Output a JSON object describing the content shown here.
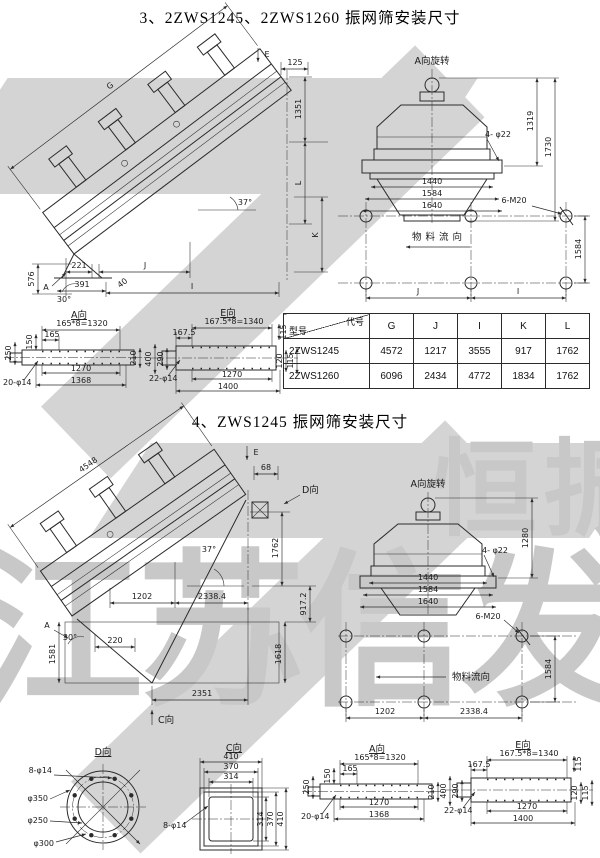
{
  "watermark": {
    "right_text": "恒振",
    "bottom_text": "江苏信发",
    "band_color": "#d4d4d4",
    "text_color": "#c8c8c8"
  },
  "section3": {
    "title": "3、2ZWS1245、2ZWS1260 振网筛安装尺寸",
    "side_view": {
      "e": "E",
      "d125": "125",
      "d1351": "1351",
      "g": "G",
      "a37": "37°",
      "l": "L",
      "k": "K",
      "a": "A",
      "a30": "30°",
      "d576": "576",
      "d221": "221",
      "d391": "391",
      "d40": "40",
      "j": "J",
      "i": "I"
    },
    "motor": {
      "title": "A向旋转",
      "d1319": "1319",
      "d1730": "1730",
      "holes": "4- φ22",
      "d1440": "1440",
      "d1584": "1584",
      "d1640": "1640"
    },
    "bolts": {
      "label": "6-M20",
      "d1584": "1584",
      "flow": "物料流向",
      "j": "J",
      "i": "I"
    },
    "view_a": {
      "title": "A向",
      "pitch": "165*8=1320",
      "d165": "165",
      "d150": "150",
      "d250": "250",
      "holes": "20-φ14",
      "d1270": "1270",
      "d1368": "1368",
      "d210": "210"
    },
    "view_e": {
      "title": "E向",
      "pitch": "167.5*8=1340",
      "d167": "167.5",
      "d115t": "115",
      "d400": "400",
      "d290": "290",
      "holes": "22-φ14",
      "d1270": "1270",
      "d1400": "1400",
      "d120": "120",
      "d115b": "115"
    },
    "table": {
      "code_label": "代号",
      "model_label": "型号",
      "columns": [
        "G",
        "J",
        "I",
        "K",
        "L"
      ],
      "rows": [
        {
          "model": "2ZWS1245",
          "values": [
            "4572",
            "1217",
            "3555",
            "917",
            "1762"
          ]
        },
        {
          "model": "2ZWS1260",
          "values": [
            "6096",
            "2434",
            "4772",
            "1834",
            "1762"
          ]
        }
      ]
    }
  },
  "section4": {
    "title": "4、ZWS1245 振网筛安装尺寸",
    "side_view": {
      "e": "E",
      "d68": "68",
      "d_dir": "D向",
      "d4548": "4548",
      "a37": "37°",
      "d1762": "1762",
      "d917": "917.2",
      "d1202": "1202",
      "d2338": "2338.4",
      "a": "A",
      "a30": "30°",
      "d1581": "1581",
      "d220": "220",
      "d1618": "1618",
      "d2351": "2351",
      "c_dir": "C向"
    },
    "motor": {
      "title": "A向旋转",
      "d1280": "1280",
      "holes": "4- φ22",
      "d1440": "1440",
      "d1584": "1584",
      "d1640": "1640"
    },
    "bolts": {
      "label": "6-M20",
      "d1584": "1584",
      "flow": "物料流向",
      "d1202": "1202",
      "d2338": "2338.4"
    },
    "view_d": {
      "title": "D向",
      "holes": "8-φ14",
      "d350": "φ350",
      "d250": "φ250",
      "d300": "φ300"
    },
    "view_c": {
      "title": "C向",
      "d410t": "410",
      "d370t": "370",
      "d314t": "314",
      "holes": "8-φ14",
      "d314r": "314",
      "d370r": "370",
      "d410r": "410"
    },
    "view_a": {
      "title": "A向",
      "pitch": "165*8=1320",
      "d165": "165",
      "d150": "150",
      "d250": "250",
      "holes": "20-φ14",
      "d1270": "1270",
      "d1368": "1368",
      "d210": "210"
    },
    "view_e": {
      "title": "E向",
      "pitch": "167.5*8=1340",
      "d167": "167.5",
      "d115t": "115",
      "d400": "400",
      "d290": "290",
      "holes": "22-φ14",
      "d1270": "1270",
      "d1400": "1400",
      "d120": "120",
      "d115b": "115"
    }
  }
}
